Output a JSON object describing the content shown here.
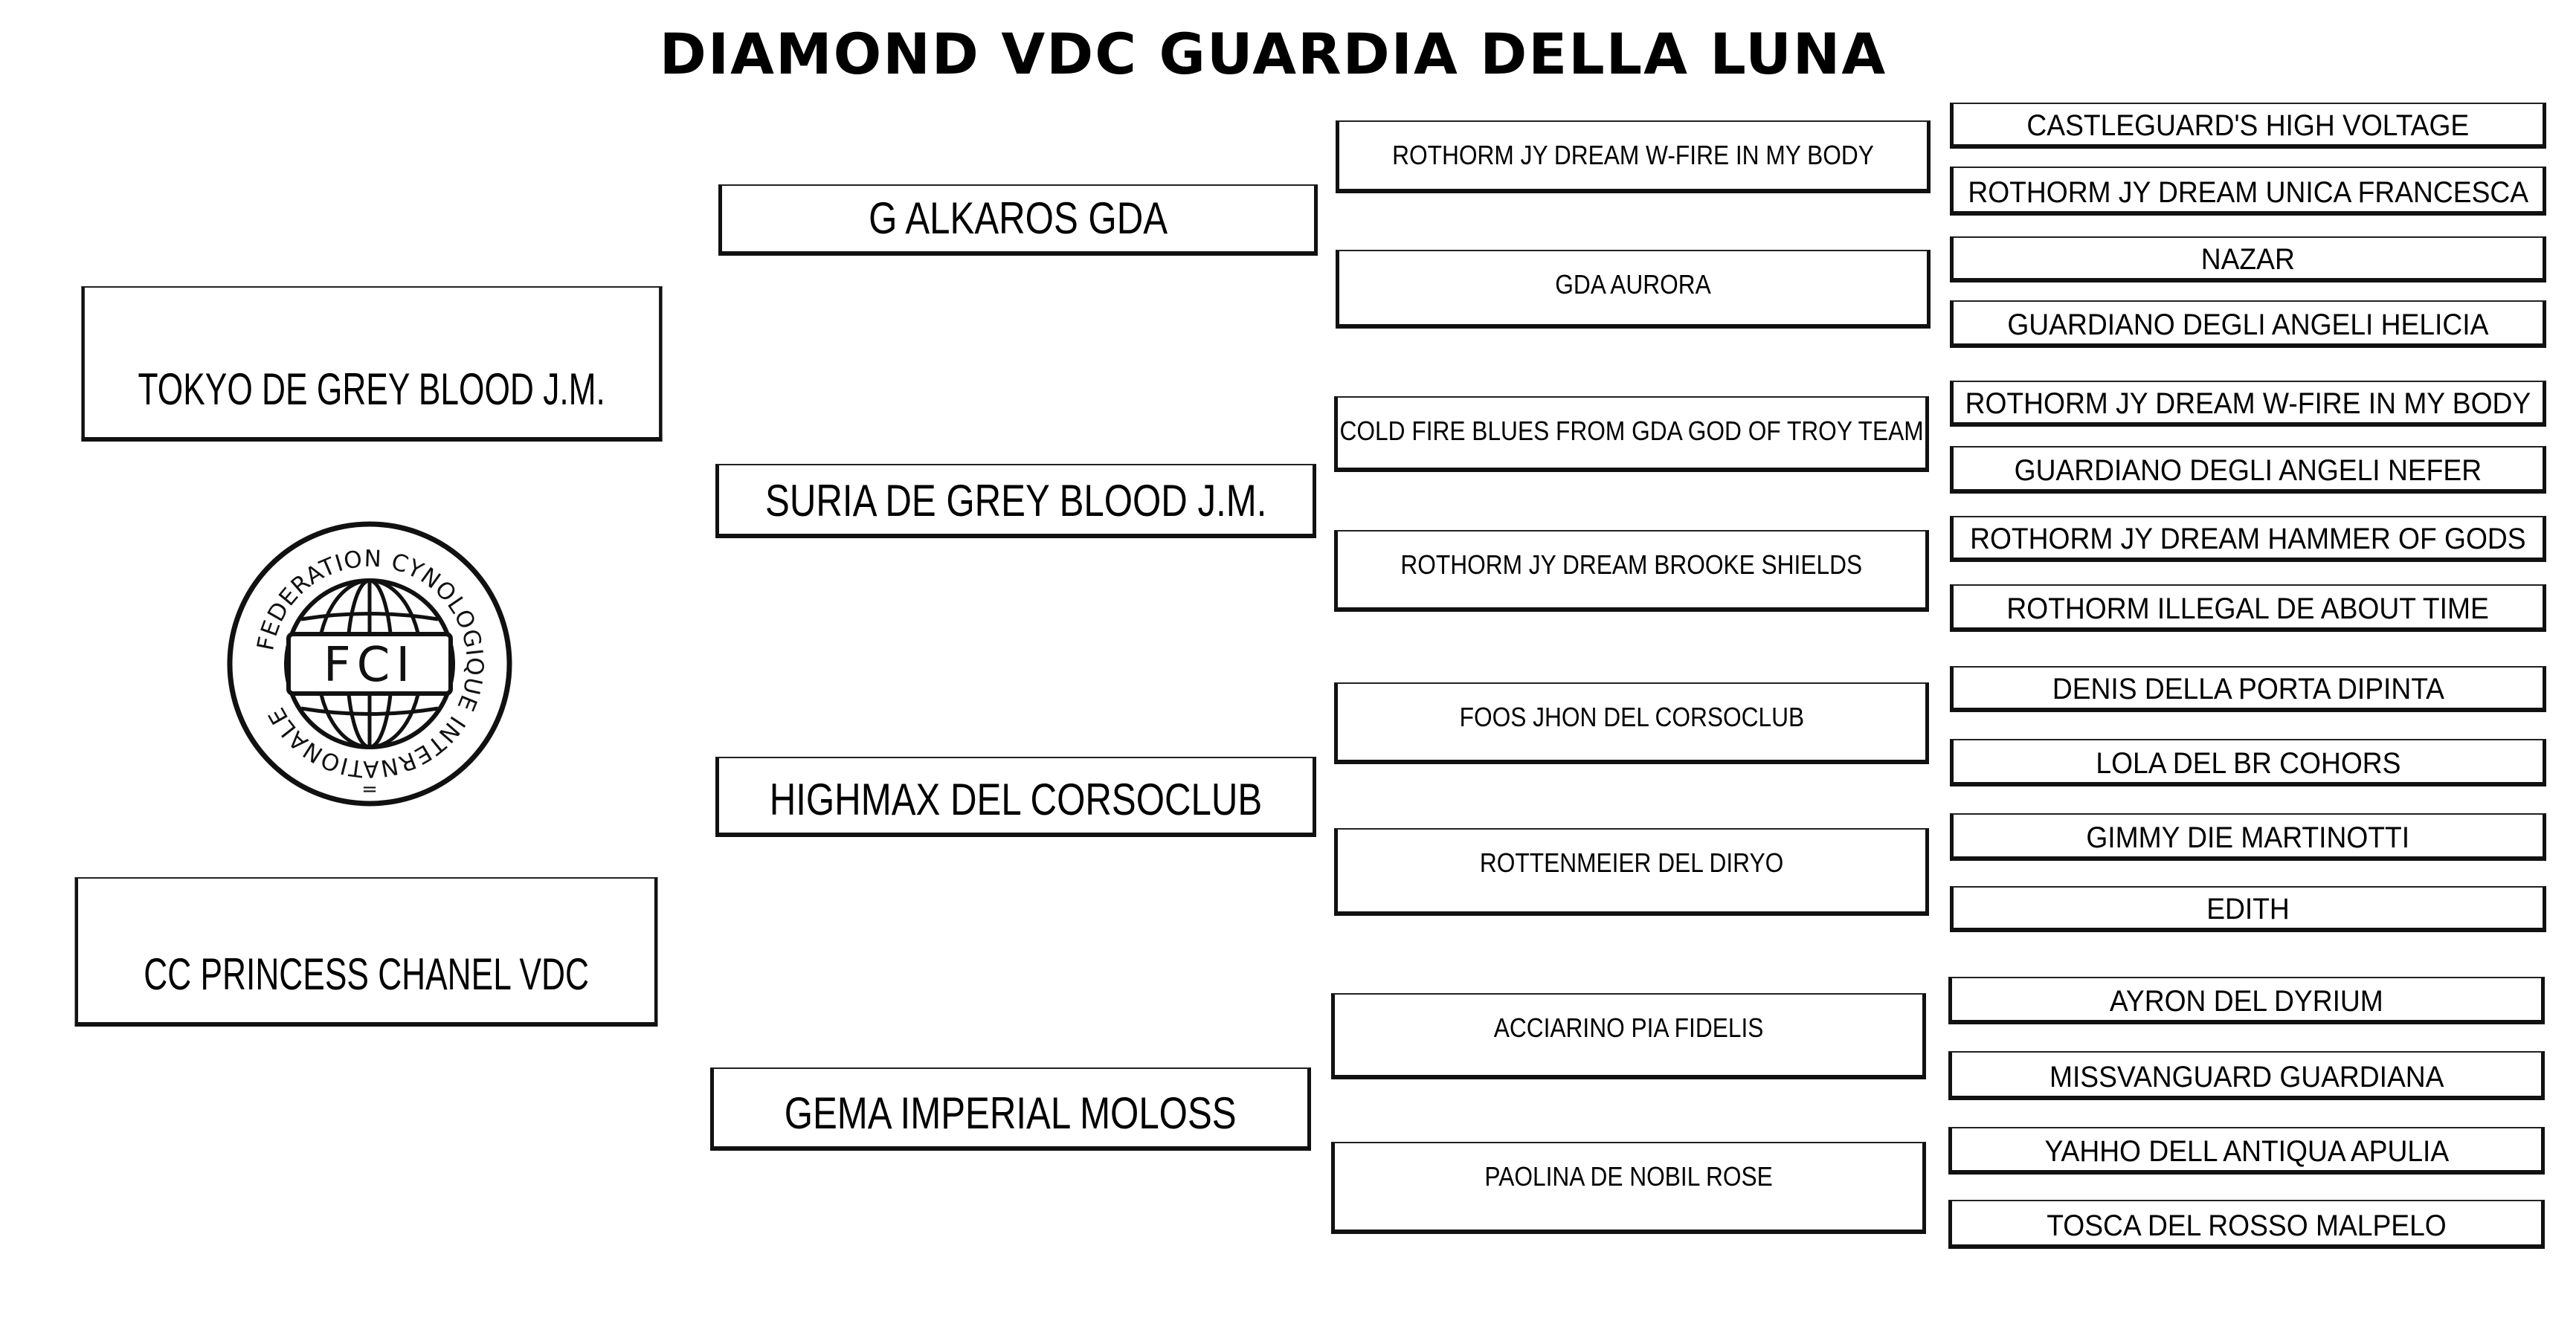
{
  "title": "DIAMOND VDC GUARDIA DELLA LUNA",
  "logo": {
    "ring_text": "FEDERATION CYNOLOGIQUE INTERNATIONALE",
    "center_text": "FCI"
  },
  "pedigree": {
    "parents": {
      "sire": "TOKYO DE GREY BLOOD J.M.",
      "dam": "CC PRINCESS CHANEL VDC"
    },
    "grandparents": {
      "sire_sire": "G ALKAROS GDA",
      "sire_dam": "SURIA DE GREY BLOOD J.M.",
      "dam_sire": "HIGHMAX DEL CORSOCLUB",
      "dam_dam": "GEMA IMPERIAL MOLOSS"
    },
    "great_grandparents": [
      "ROTHORM JY DREAM W-FIRE IN MY BODY",
      "GDA AURORA",
      "COLD FIRE BLUES FROM GDA GOD OF TROY TEAM",
      "ROTHORM JY DREAM BROOKE SHIELDS",
      "FOOS JHON DEL CORSOCLUB",
      "ROTTENMEIER DEL DIRYO",
      "ACCIARINO PIA FIDELIS",
      "PAOLINA DE NOBIL ROSE"
    ],
    "great_great_grandparents": [
      "CASTLEGUARD'S HIGH VOLTAGE",
      "ROTHORM JY DREAM UNICA FRANCESCA",
      "NAZAR",
      "GUARDIANO DEGLI ANGELI HELICIA",
      "ROTHORM JY DREAM W-FIRE IN MY BODY",
      "GUARDIANO DEGLI ANGELI NEFER",
      "ROTHORM JY DREAM HAMMER OF GODS",
      "ROTHORM ILLEGAL DE ABOUT TIME",
      "DENIS DELLA PORTA DIPINTA",
      "LOLA DEL BR COHORS",
      "GIMMY DIE MARTINOTTI",
      "EDITH",
      "AYRON DEL DYRIUM",
      "MISSVANGUARD GUARDIANA",
      "YAHHO DELL ANTIQUA APULIA",
      "TOSCA DEL ROSSO MALPELO"
    ]
  }
}
